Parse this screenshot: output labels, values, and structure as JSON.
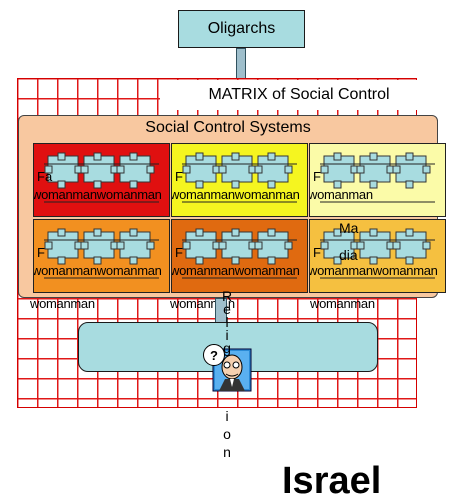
{
  "oligarchs": {
    "label": "Oligarchs"
  },
  "matrix": {
    "title": "MATRIX of Social Control"
  },
  "panel": {
    "title": "Social Control Systems"
  },
  "cells": [
    {
      "color": "#e01010",
      "fam": "Fa",
      "wm": "womanmanwomanman"
    },
    {
      "color": "#f5f520",
      "fam": "F",
      "wm": "womanmanwomanman"
    },
    {
      "color": "#fbfba8",
      "fam": "F",
      "wm": "womanman"
    },
    {
      "color": "#f29020",
      "fam": "F",
      "wm": "womanmanwomanman"
    },
    {
      "color": "#e06a10",
      "fam": "F",
      "wm": "womanmanwomanman"
    },
    {
      "color": "#f5c040",
      "fam": "F",
      "wm": "womanmanwomanman"
    }
  ],
  "bottom_labels": [
    "womanman",
    "womanman",
    "womanman"
  ],
  "extra_text": {
    "ma": "Ma",
    "dia": "dia"
  },
  "vertical_text": [
    "R",
    "e",
    "l",
    "i",
    "g",
    "i",
    "o",
    "n"
  ],
  "person": {
    "badge": "?"
  },
  "israel": "Israel"
}
